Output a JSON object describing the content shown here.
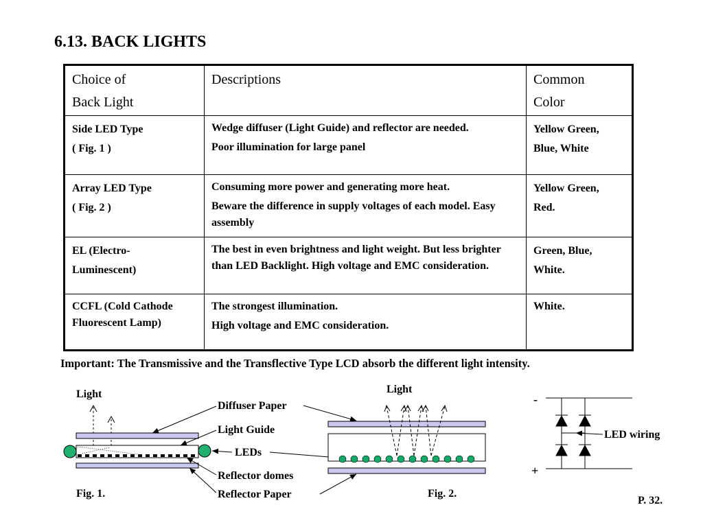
{
  "title": "6.13. BACK LIGHTS",
  "table": {
    "headers": [
      "Choice of Back Light",
      "Descriptions",
      "Common Color"
    ],
    "header_lines": {
      "choice": [
        "Choice of",
        "Back Light"
      ],
      "desc": [
        "Descriptions"
      ],
      "color": [
        "Common",
        "Color"
      ]
    },
    "rows": [
      {
        "choice": [
          "Side LED Type",
          "( Fig. 1 )"
        ],
        "desc": [
          "Wedge diffuser (Light Guide) and reflector are needed.",
          "Poor illumination for large panel"
        ],
        "color": [
          "Yellow Green,",
          "Blue, White"
        ]
      },
      {
        "choice": [
          "Array LED Type",
          "( Fig. 2 )"
        ],
        "desc": [
          "Consuming more power and generating more heat.",
          "Beware the difference in supply voltages of each model.  Easy assembly"
        ],
        "color": [
          "Yellow Green,",
          "Red."
        ]
      },
      {
        "choice": [
          "EL (Electro-",
          "Luminescent)"
        ],
        "desc": [
          "The best in even brightness and light weight. But less brighter than LED Backlight. High voltage and EMC consideration."
        ],
        "color": [
          "Green, Blue,",
          "White."
        ]
      },
      {
        "choice": [
          "CCFL (Cold Cathode Fluorescent Lamp)"
        ],
        "desc": [
          "The strongest illumination.",
          "High voltage and EMC consideration."
        ],
        "color": [
          "White."
        ]
      }
    ]
  },
  "important": "Important: The Transmissive and the Transflective Type LCD absorb the different light intensity.",
  "figures": {
    "fig1_light": "Light",
    "fig1_caption": "Fig. 1.",
    "fig2_light": "Light",
    "fig2_caption": "Fig. 2.",
    "labels": {
      "diffuser": "Diffuser Paper",
      "light_guide": "Light Guide",
      "leds": "LEDs",
      "reflector_domes": "Reflector domes",
      "reflector_paper": "Reflector Paper",
      "led_wiring": "LED wiring",
      "minus": "-",
      "plus": "+"
    }
  },
  "page_number": "P. 32.",
  "colors": {
    "plate_fill": "#c8c8f0",
    "led_green": "#22b070",
    "led_dot": "#11aa66"
  }
}
